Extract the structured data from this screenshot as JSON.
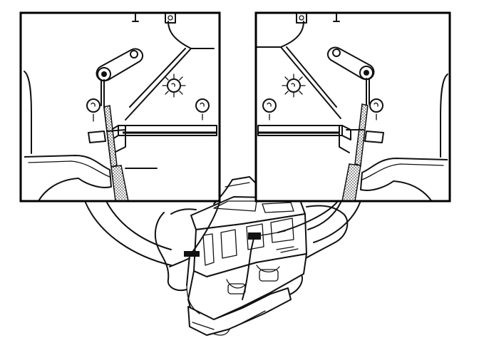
{
  "diagram": {
    "views": [
      {
        "id": "left-detail",
        "parts": [
          "control-lever",
          "control-cable",
          "cable-clamp",
          "bracket",
          "mounting-screws"
        ]
      },
      {
        "id": "right-detail",
        "parts": [
          "control-lever",
          "control-cable",
          "cable-clamp",
          "bracket",
          "mounting-screws"
        ]
      },
      {
        "id": "heater-unit-assembly",
        "parts": [
          "heater-unit",
          "cable-clips",
          "control-cables"
        ]
      }
    ]
  }
}
